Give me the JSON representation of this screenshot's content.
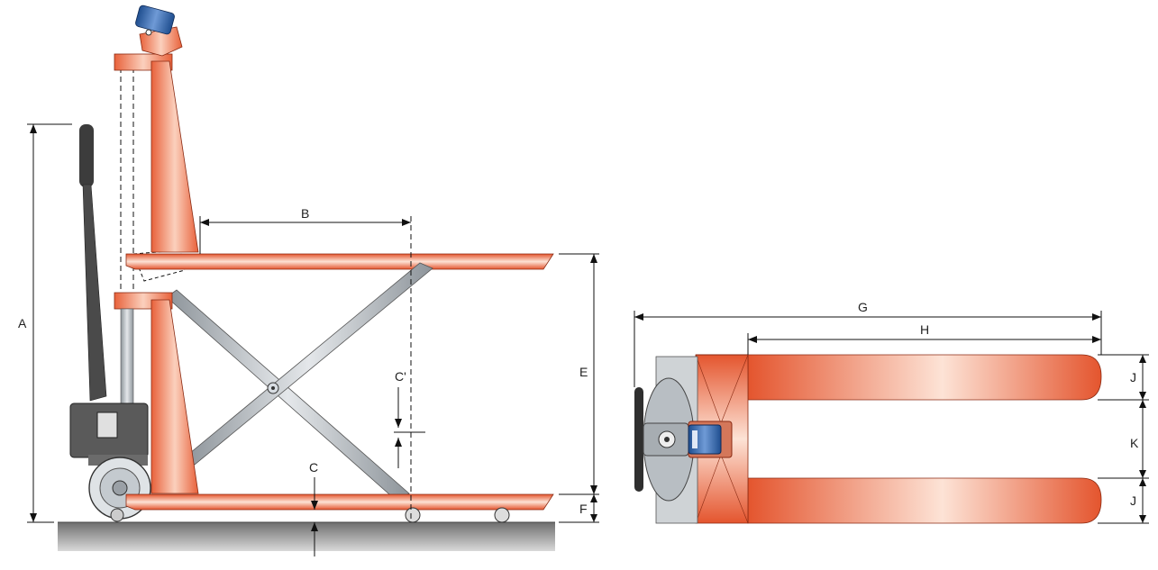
{
  "dimension_labels": {
    "A": "A",
    "B": "B",
    "C": "C",
    "C1": "C'",
    "E": "E",
    "F": "F",
    "G": "G",
    "H": "H",
    "J_top": "J",
    "K": "K",
    "J_bottom": "J"
  },
  "colors": {
    "frame_orange": "#e8613a",
    "frame_light": "#fbd8c8",
    "steel_grey": "#9aa0a6",
    "handle_dark": "#3c3c3c",
    "pump_blue": "#2c5aa0",
    "floor_grey": "#8f8f8f"
  }
}
